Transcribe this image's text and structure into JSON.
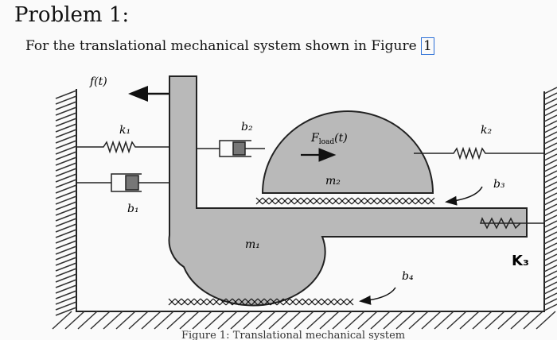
{
  "problem": {
    "heading": "Problem 1:",
    "intro_text": "For the translational mechanical system shown in Figure",
    "figure_ref": "1"
  },
  "figure": {
    "labels": {
      "force": "f(t)",
      "k1": "k₁",
      "b1": "b₁",
      "b2": "b₂",
      "f_load": "F",
      "f_load_sub": "load",
      "f_load_arg": "(t)",
      "m2": "m₂",
      "k2": "k₂",
      "b3": "b₃",
      "m1": "m₁",
      "b4": "b₄",
      "k3_handwritten": "K₃"
    },
    "caption": "Figure 1: Translational mechanical system"
  },
  "colors": {
    "mass_fill": "#b9b9b9",
    "line": "#222222",
    "ref_box": "#2b6fd6"
  }
}
